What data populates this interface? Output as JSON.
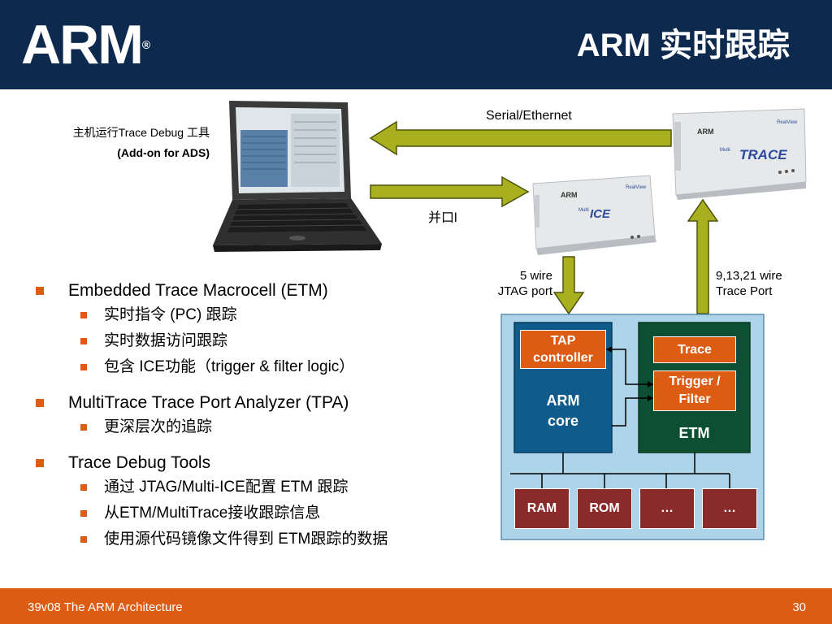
{
  "header": {
    "logo": "ARM",
    "logo_mark": "®",
    "title": "ARM 实时跟踪"
  },
  "host": {
    "line1": "主机运行Trace Debug 工具",
    "line2": "(Add-on for ADS)"
  },
  "links": {
    "serial": "Serial/Ethernet",
    "parallel": "并口l",
    "jtag_line1": "5 wire",
    "jtag_line2": "JTAG port",
    "trace_line1": "9,13,21 wire",
    "trace_line2": "Trace Port"
  },
  "devices": {
    "multiice_brand": "ARM",
    "multiice_name": "ICE",
    "multitrace_brand": "ARM",
    "multitrace_name": "TRACE"
  },
  "bullets": [
    {
      "text": "Embedded Trace Macrocell (ETM)",
      "sub": [
        "实时指令 (PC) 跟踪",
        "实时数据访问跟踪",
        "包含 ICE功能（trigger & filter logic）"
      ]
    },
    {
      "text": "MultiTrace Trace Port Analyzer (TPA)",
      "sub": [
        "更深层次的追踪"
      ]
    },
    {
      "text": "Trace Debug Tools",
      "sub": [
        "通过 JTAG/Multi-ICE配置 ETM 跟踪",
        "从ETM/MultiTrace接收跟踪信息",
        "使用源代码镜像文件得到 ETM跟踪的数据"
      ]
    }
  ],
  "chip": {
    "tap_line1": "TAP",
    "tap_line2": "controller",
    "arm_line1": "ARM",
    "arm_line2": "core",
    "trace": "Trace",
    "trigger_line1": "Trigger /",
    "trigger_line2": "Filter",
    "etm": "ETM",
    "ram": "RAM",
    "rom": "ROM",
    "dots1": "…",
    "dots2": "…"
  },
  "footer": {
    "left": "39v08 The ARM Architecture",
    "page": "30"
  },
  "colors": {
    "navy": "#0d2a4e",
    "orange": "#dc5c14",
    "arrow_fill": "#a8b020",
    "chip_bg": "#aed4ea",
    "arm_core": "#0f5c8c",
    "etm": "#0d4f32",
    "mem": "#8a2a2a"
  }
}
